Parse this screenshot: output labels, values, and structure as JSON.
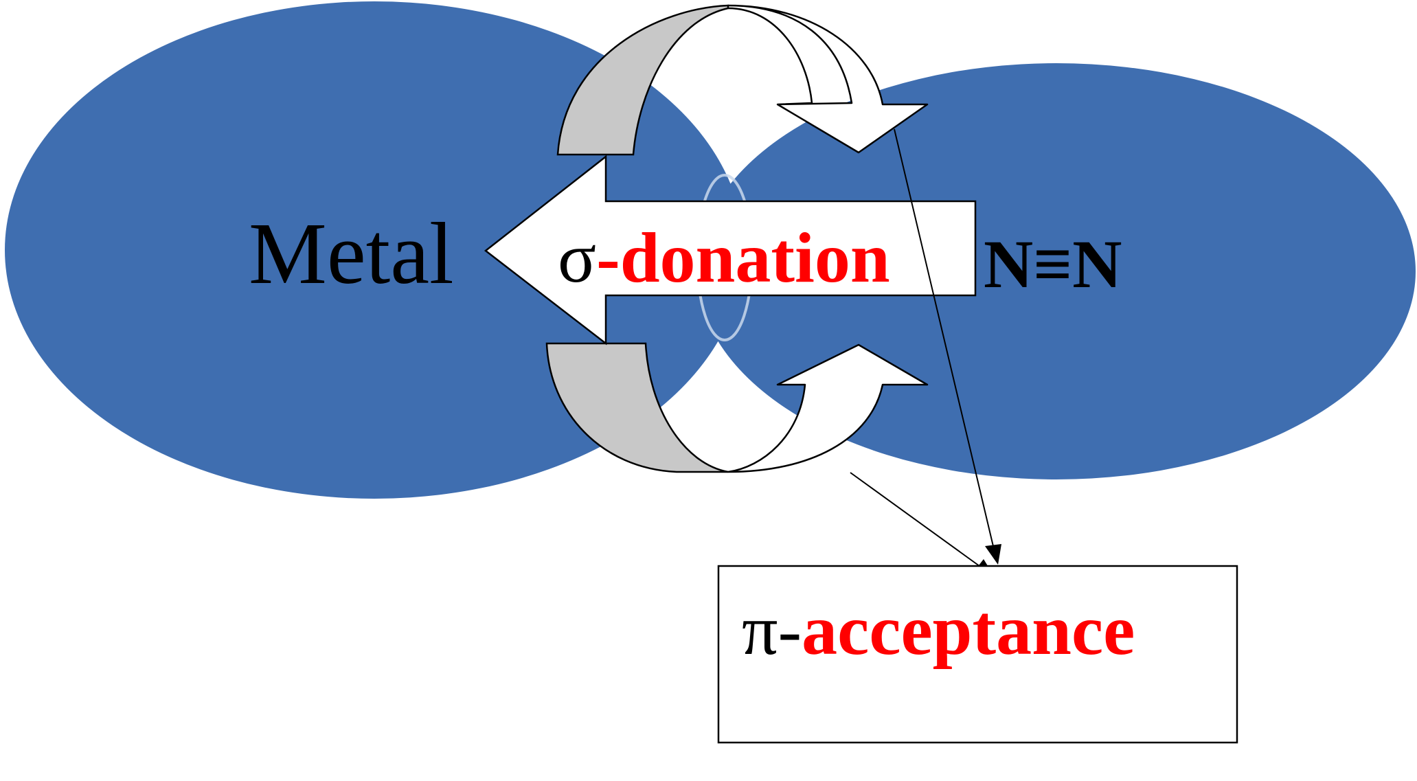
{
  "colors": {
    "orbital_fill": "#3f6eb0",
    "arrow_fill": "#ffffff",
    "arrow_shade": "#c8c8c8",
    "stroke": "#000000",
    "highlight": "#ff0000"
  },
  "labels": {
    "metal": "Metal",
    "ligand": "N≡N",
    "sigma_symbol": "σ",
    "sigma_word": "-donation",
    "pi_symbol": "π",
    "pi_dash": "-",
    "pi_word": "acceptance"
  }
}
